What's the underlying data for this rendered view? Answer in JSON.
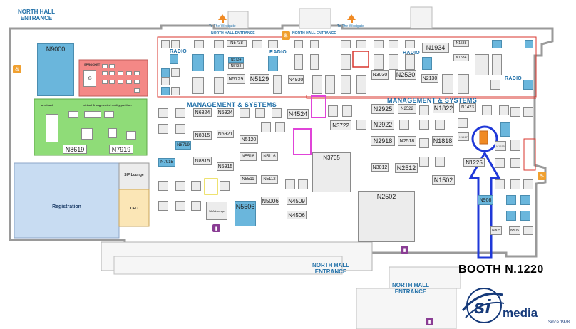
{
  "labels": {
    "north_hall_entrance_top_left": "NORTH HALL\nENTRANCE",
    "north_hall_entrance_bottom_center": "NORTH HALL\nENTRANCE",
    "north_hall_entrance_bottom_right": "NORTH HALL\nENTRANCE",
    "to_westgate_1": "To The Westgate",
    "to_westgate_2": "To The Westgate",
    "north_hall_entrance_inner_1": "NORTH HALL ENTRANCE",
    "north_hall_entrance_inner_2": "NORTH HALL ENTRANCE",
    "radio_1": "RADIO",
    "radio_2": "RADIO",
    "radio_3": "RADIO",
    "radio_4": "RADIO",
    "mgmt_1": "MANAGEMENT & SYSTEMS",
    "mgmt_2": "MANAGEMENT & SYSTEMS",
    "registration": "Registration",
    "sip_lounge": "SIP Lounge",
    "cafe": "CFC",
    "sprocket": "SPROCKET",
    "vr_pavilion": "virtual & augmented reality pavilion",
    "mixed_pavilion": "ar-cloud",
    "booth_callout": "BOOTH N.1220",
    "logo_si": "si",
    "logo_media": "media",
    "logo_since": "Since 1978"
  },
  "booths": [
    "N9000",
    "N5738",
    "N5734",
    "N5733",
    "N5729",
    "N5129",
    "N4930",
    "N1934",
    "N1534",
    "N3030",
    "N2530",
    "N2130",
    "N6324",
    "N5924",
    "N4524",
    "N3722",
    "N2925",
    "N2922",
    "N1822",
    "N1423",
    "N8315",
    "N5921",
    "N5120",
    "N2918",
    "N2518",
    "N1818",
    "N1417",
    "N8719",
    "N8619",
    "N7919",
    "N7915",
    "N8315",
    "N5915",
    "N5518",
    "N5116",
    "N3705",
    "N3012",
    "N2512",
    "N1225",
    "N1502",
    "N5511",
    "N5112",
    "N5006",
    "N4509",
    "N4506",
    "N5506",
    "N2502",
    "N908",
    "N805",
    "N505"
  ],
  "colors": {
    "map_blue": "#1f6fa8",
    "booth_blue": "#6ab6dc",
    "radio_border": "#d9362e",
    "pink_border": "#e044d8",
    "green_zone": "#8fdc78",
    "red_zone": "#f48886",
    "registration_blue": "#c8dcf2",
    "callout_blue": "#1f38d8",
    "logo_navy": "#163a7a"
  }
}
